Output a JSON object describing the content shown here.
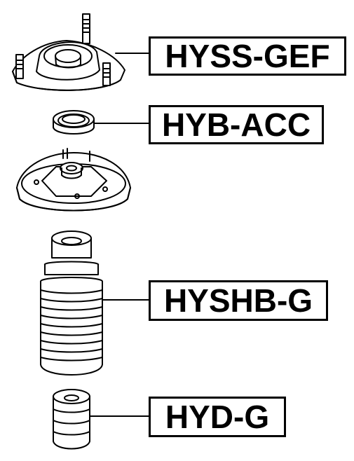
{
  "parts": [
    {
      "name": "strut-mount",
      "label": "HYSS-GEF"
    },
    {
      "name": "strut-bearing",
      "label": "HYB-ACC"
    },
    {
      "name": "upper-spring-seat",
      "label": ""
    },
    {
      "name": "shock-boot",
      "label": "HYSHB-G"
    },
    {
      "name": "bump-stop",
      "label": "HYD-G"
    }
  ],
  "colors": {
    "line": "#000000",
    "background": "#ffffff"
  }
}
